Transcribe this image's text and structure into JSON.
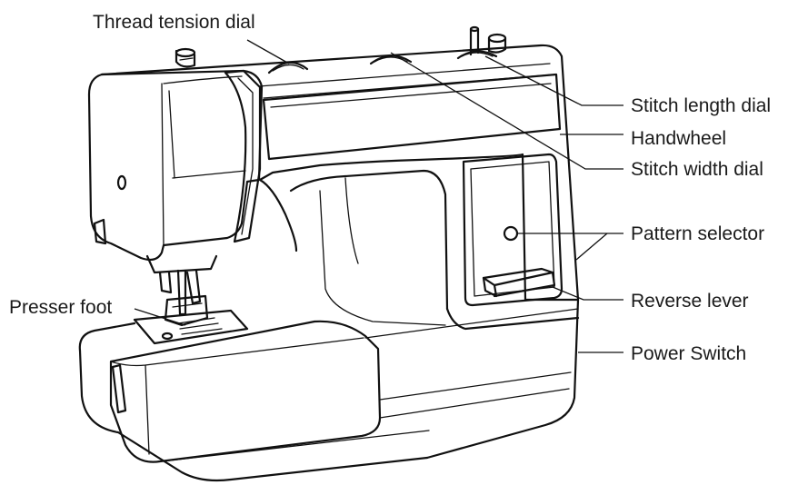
{
  "labels": {
    "thread_tension_dial": "Thread tension dial",
    "stitch_length_dial": "Stitch length dial",
    "handwheel": "Handwheel",
    "stitch_width_dial": "Stitch width dial",
    "pattern_selector": "Pattern selector",
    "presser_foot": "Presser foot",
    "reverse_lever": "Reverse lever",
    "power_switch": "Power Switch"
  }
}
